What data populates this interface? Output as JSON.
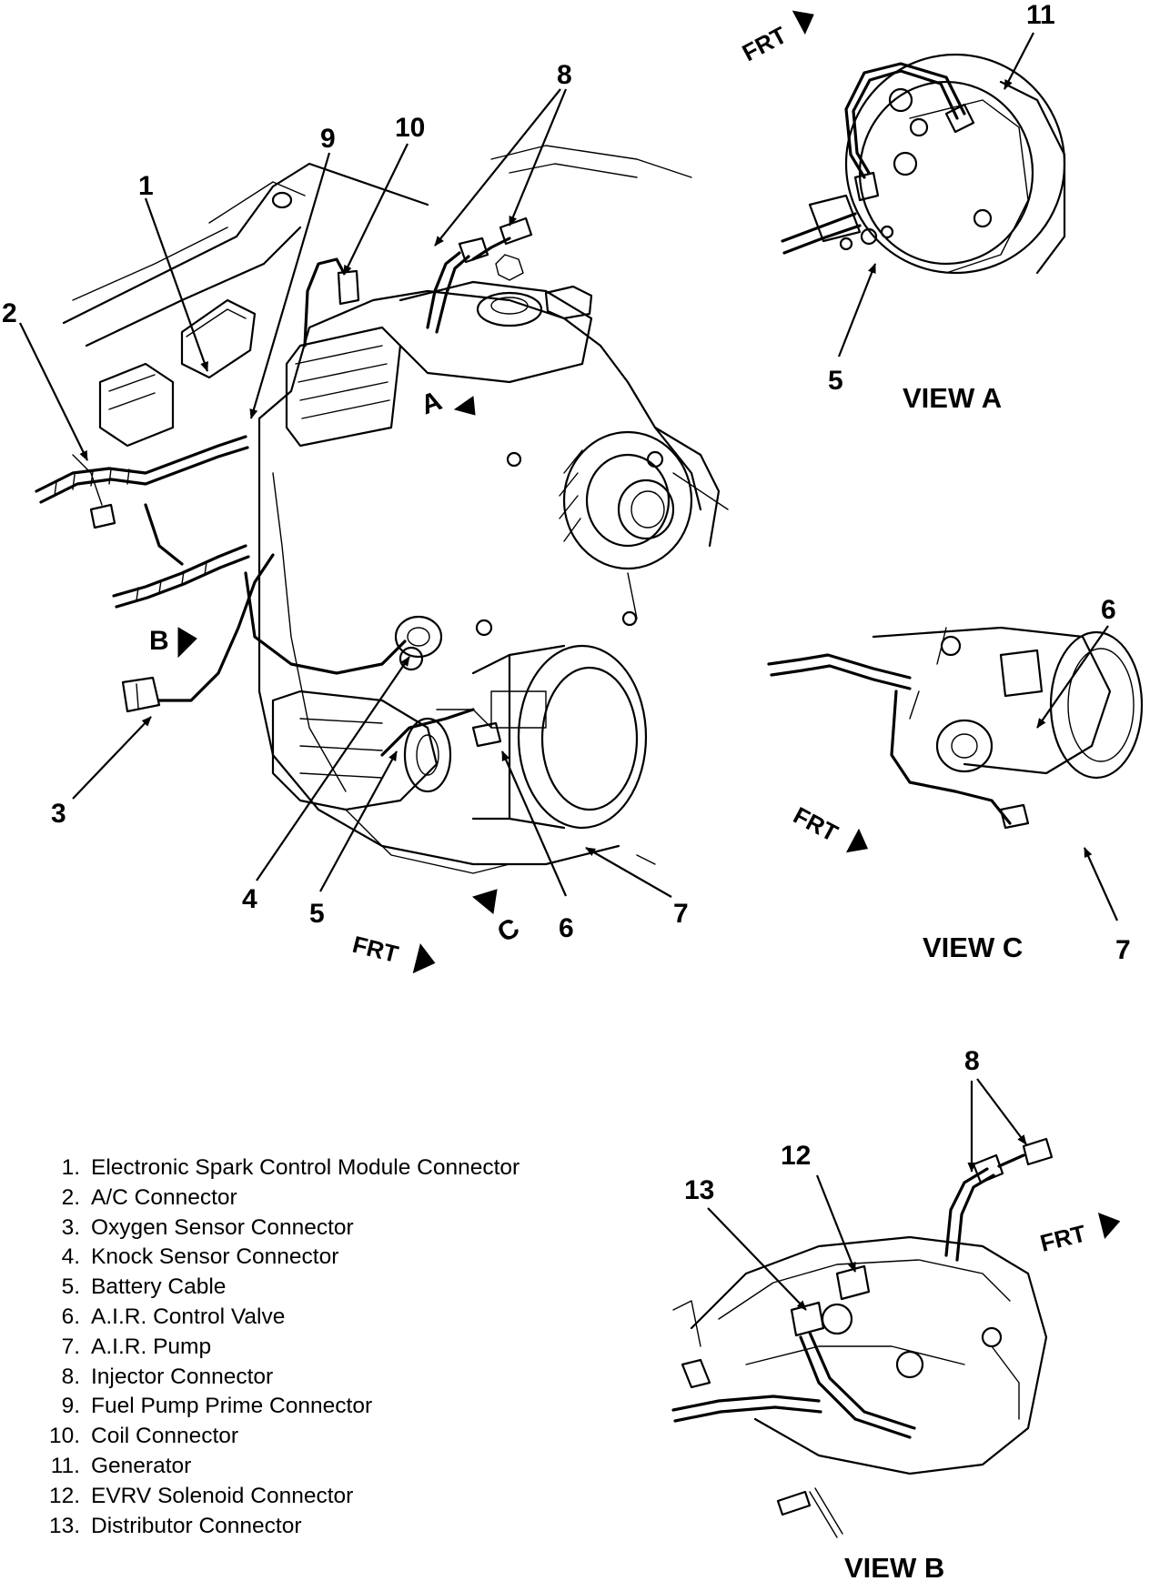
{
  "callouts": {
    "c1": "1",
    "c2": "2",
    "c3": "3",
    "c4": "4",
    "c5": "5",
    "c6": "6",
    "c7": "7",
    "c8": "8",
    "c9": "9",
    "c10": "10",
    "c11": "11",
    "a5": "5",
    "cc6": "6",
    "cc7": "7",
    "b8": "8",
    "b12": "12",
    "b13": "13"
  },
  "view_markers": {
    "a": "A",
    "b": "B",
    "c": "C"
  },
  "front_label": "FRT",
  "views": {
    "a": "VIEW A",
    "b": "VIEW B",
    "c": "VIEW C"
  },
  "legend": [
    {
      "num": "1.",
      "label": "Electronic Spark Control Module Connector"
    },
    {
      "num": "2.",
      "label": "A/C Connector"
    },
    {
      "num": "3.",
      "label": "Oxygen Sensor Connector"
    },
    {
      "num": "4.",
      "label": "Knock Sensor Connector"
    },
    {
      "num": "5.",
      "label": "Battery Cable"
    },
    {
      "num": "6.",
      "label": "A.I.R. Control Valve"
    },
    {
      "num": "7.",
      "label": "A.I.R. Pump"
    },
    {
      "num": "8.",
      "label": "Injector Connector"
    },
    {
      "num": "9.",
      "label": "Fuel Pump Prime Connector"
    },
    {
      "num": "10.",
      "label": "Coil Connector"
    },
    {
      "num": "11.",
      "label": "Generator"
    },
    {
      "num": "12.",
      "label": "EVRV Solenoid Connector"
    },
    {
      "num": "13.",
      "label": "Distributor Connector"
    }
  ]
}
